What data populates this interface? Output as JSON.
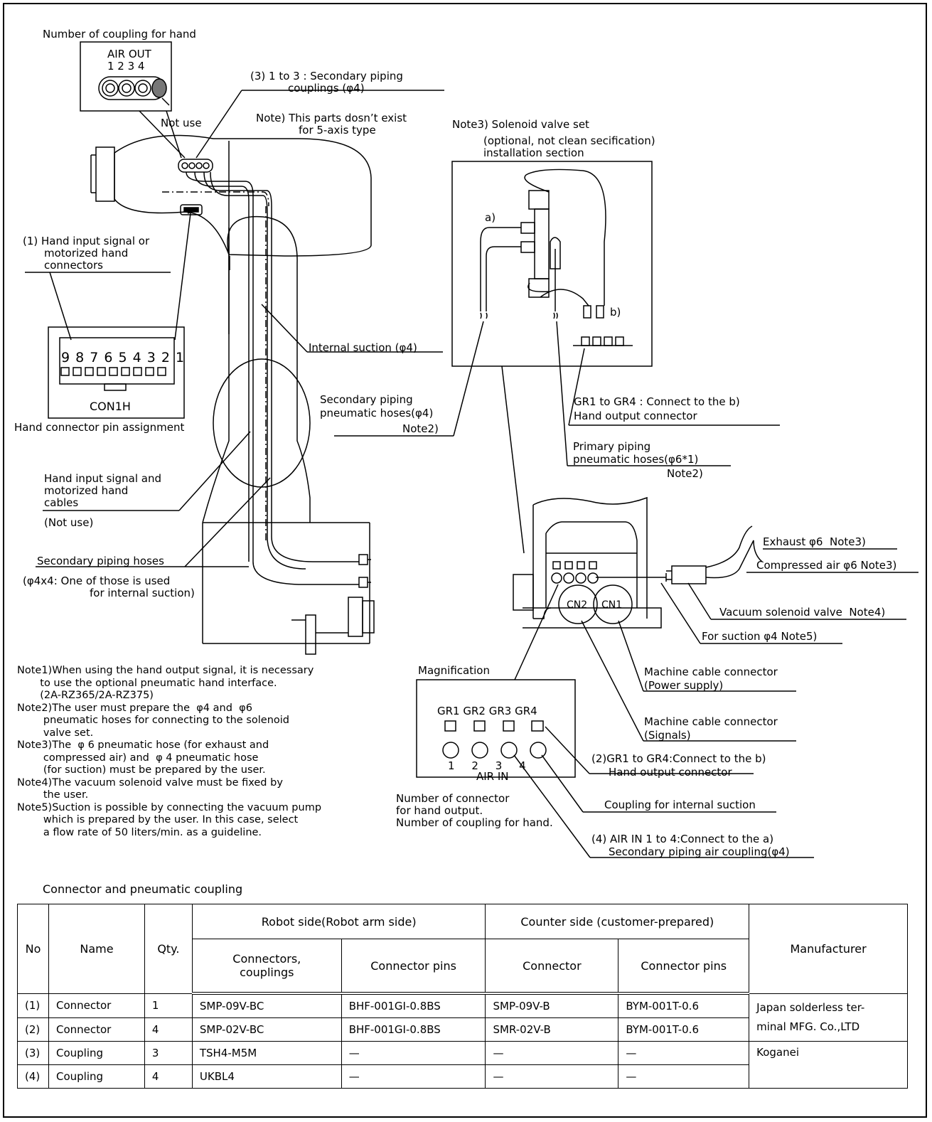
{
  "labels": {
    "coupling_title": "Number of coupling for hand",
    "air_out": "AIR OUT",
    "air_out_nums": "1 2 3 4",
    "not_use": "Not use",
    "sec_couplings_1": "(3) 1 to 3 : Secondary piping",
    "sec_couplings_2": "couplings (φ4)",
    "note_5axis_1": "Note) This parts dosn’t exist",
    "note_5axis_2": "for 5-axis type",
    "hand_input_1": "(1) Hand input signal or",
    "hand_input_2": "motorized hand",
    "hand_input_3": "connectors",
    "pins": "9 8 7 6 5 4 3 2 1",
    "con1h": "CON1H",
    "pin_assignment": "Hand connector pin assignment",
    "internal_suction": "Internal suction (φ4)",
    "hand_cables_1": "Hand input signal and",
    "hand_cables_2": "motorized hand",
    "hand_cables_3": "cables",
    "not_use_paren": "(Not use)",
    "sec_hoses": "Secondary piping hoses",
    "sec_hoses_2": "(φ4x4: One of those is used",
    "sec_hoses_3": "for internal suction)",
    "solenoid_1": "Note3) Solenoid valve set",
    "solenoid_2": "(optional, not clean secification)",
    "solenoid_3": "installation section",
    "a": "a)",
    "b": "b)",
    "sec_pneu_1": "Secondary piping",
    "sec_pneu_2": "pneumatic hoses(φ4)",
    "note2": "Note2)",
    "gr_b_1": "GR1 to GR4 : Connect to the b)",
    "gr_b_2": "Hand output connector",
    "pri_pneu_1": "Primary piping",
    "pri_pneu_2": "pneumatic hoses(φ6*1)",
    "exhaust": "Exhaust φ6  Note3)",
    "compressed": "Compressed air φ6 Note3)",
    "vacuum_valve": "Vacuum solenoid valve  Note4)",
    "for_suction": "For suction φ4 Note5)",
    "cn2": "CN2",
    "cn1": "CN1",
    "machine_power_1": "Machine cable connector",
    "machine_power_2": "(Power supply)",
    "machine_sig_1": "Machine cable connector",
    "machine_sig_2": "(Signals)",
    "magnification": "Magnification",
    "gr_row": "GR1 GR2 GR3 GR4",
    "num_row": "1     2     3     4",
    "air_in": "AIR IN",
    "gr2_1": "(2)GR1 to GR4:Connect to the b)",
    "gr2_2": "Hand output connector",
    "coupling_internal": "Coupling for internal suction",
    "num_conn_1": "Number of connector",
    "num_conn_2": "for hand output.",
    "num_conn_3": "Number of coupling for hand.",
    "air_in_4_1": "(4) AIR IN 1 to 4:Connect to the a)",
    "air_in_4_2": "Secondary piping air coupling(φ4)"
  },
  "notes": [
    "Note1)When using the hand output signal, it is necessary",
    "       to use the optional pneumatic hand interface.",
    "       (2A-RZ365/2A-RZ375)",
    "Note2)The user must prepare the  φ4 and  φ6",
    "        pneumatic hoses for connecting to the solenoid",
    "        valve set.",
    "Note3)The  φ 6 pneumatic hose (for exhaust and",
    "        compressed air) and  φ 4 pneumatic hose",
    "        (for suction) must be prepared by the user.",
    "Note4)The vacuum solenoid valve must be fixed by",
    "        the user.",
    "Note5)Suction is possible by connecting the vacuum pump",
    "        which is prepared by the user. In this case, select",
    "        a flow rate of 50 liters/min. as a guideline."
  ],
  "table": {
    "caption": "Connector and pneumatic coupling",
    "h_no": "No",
    "h_name": "Name",
    "h_qty": "Qty.",
    "h_robot": "Robot side(Robot arm side)",
    "h_counter": "Counter side (customer-prepared)",
    "h_manu": "Manufacturer",
    "h_conn_coup": "Connectors,\ncouplings",
    "h_conn_pins": "Connector pins",
    "h_connector": "Connector",
    "h_conn_pins2": "Connector pins",
    "rows": [
      [
        "(1)",
        "Connector",
        "1",
        "SMP-09V-BC",
        "BHF-001GI-0.8BS",
        "SMP-09V-B",
        "BYM-001T-0.6"
      ],
      [
        "(2)",
        "Connector",
        "4",
        "SMP-02V-BC",
        "BHF-001GI-0.8BS",
        "SMR-02V-B",
        "BYM-001T-0.6"
      ],
      [
        "(3)",
        "Coupling",
        "3",
        "TSH4-M5M",
        "—",
        "—",
        "—"
      ],
      [
        "(4)",
        "Coupling",
        "4",
        "UKBL4",
        "—",
        "—",
        "—"
      ]
    ],
    "manu_1": "Japan solderless ter-\nminal MFG. Co.,LTD",
    "manu_2": "Koganei"
  }
}
